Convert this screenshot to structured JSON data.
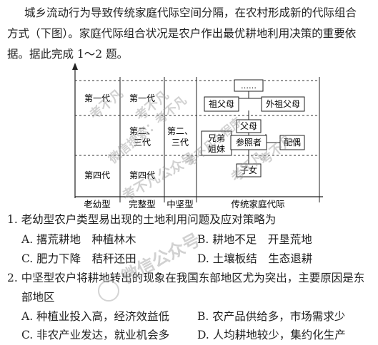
{
  "intro": {
    "line1": "城乡流动行为导致传统家庭代际空间分隔，在农村形成新的代际组合",
    "line2": "方式（下图）。家庭代际组合状况是农户作出最优耕地利用决策的重要依",
    "line3": "据。据此完成 1～2 题。"
  },
  "figure": {
    "cells": {
      "elder_gen1": "第一代",
      "elder_gen4": "第四代",
      "strong_gen1": "第一代",
      "strong_gen23": [
        "第二、",
        "三代"
      ],
      "strong_gen4": "第四代",
      "mid_gen23": [
        "第二、",
        "三代"
      ]
    },
    "types": [
      "老幼型",
      "完整型",
      "中坚型",
      "传统家庭代际"
    ],
    "family": {
      "top": "……",
      "paternal": "祖父母",
      "maternal": "外祖父母",
      "parents": "父母",
      "siblings": [
        "兄弟",
        "姐妹"
      ],
      "ego": "参照者",
      "spouse": "配偶",
      "children": "子女"
    }
  },
  "q1": {
    "stem": "1. 老幼型农户类型易出现的土地利用问题及应对策略为",
    "A": "A. 撂荒耕地　种植林木",
    "B": "B. 耕地不足　开垦荒地",
    "C": "C. 肥力下降　秸秆还田",
    "D": "D. 土壤板结　生态退耕"
  },
  "q2": {
    "stem_line1": "2. 中坚型农户将耕地转出的现象在我国东部地区尤为突出，主要原因是东",
    "stem_line2": "部地区",
    "A": "A. 种植业投入高，经济效益低",
    "B": "B. 农产品供给多，市场需求少",
    "C": "C. 非农产业发达，就业机会多",
    "D": "D. 人均耕地较少，集约化生产"
  },
  "watermarks": [
    "考不凡",
    "考不凡",
    "微信搜索：考不凡",
    "考不凡小程序",
    "考不凡",
    "考不凡公众号",
    "考不凡",
    "微信公众号"
  ]
}
